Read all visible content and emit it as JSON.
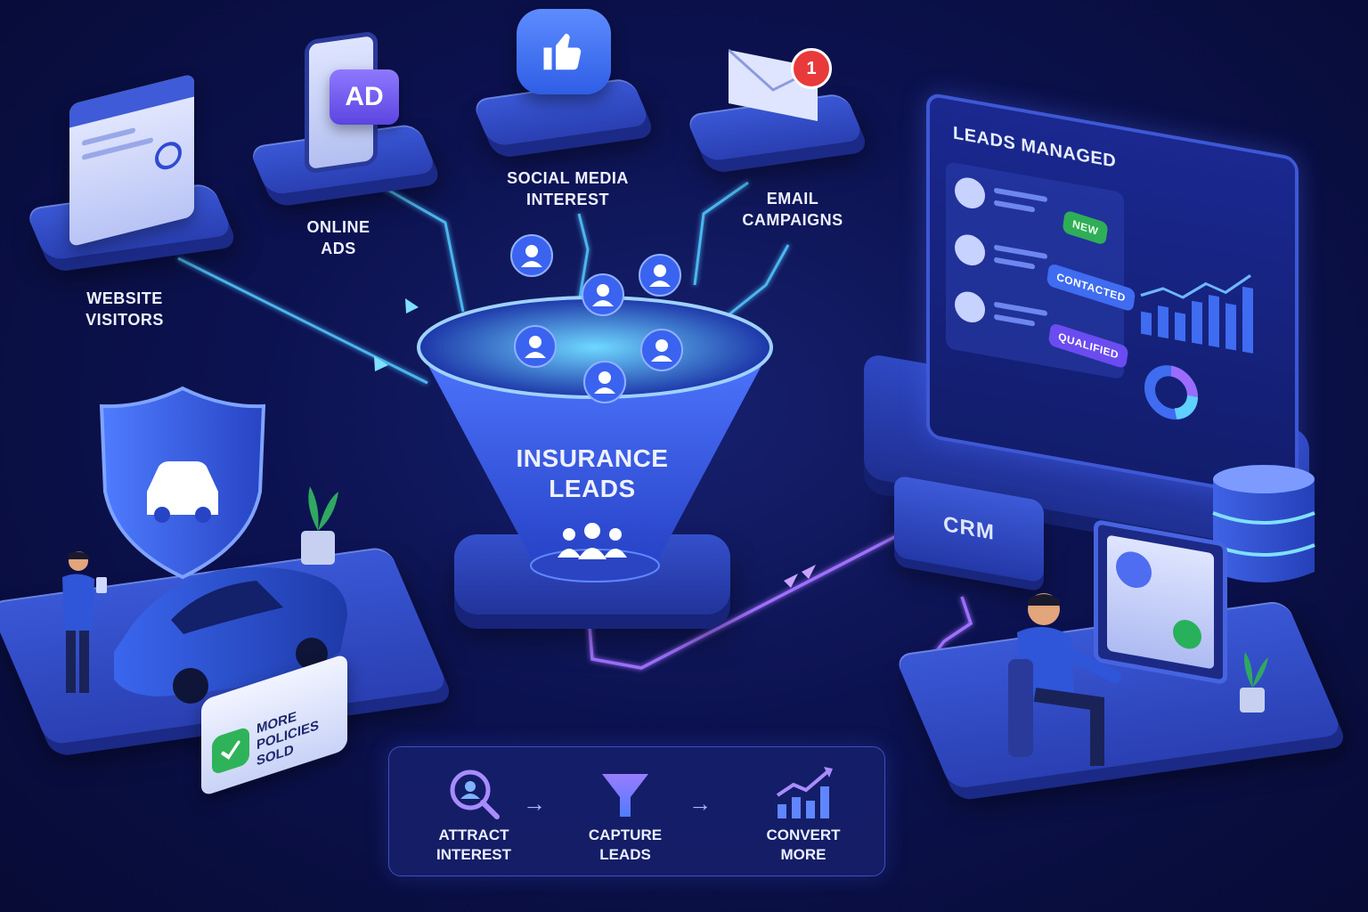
{
  "sources": [
    {
      "id": "website",
      "lines": [
        "WEBSITE",
        "VISITORS"
      ]
    },
    {
      "id": "ads",
      "lines": [
        "ONLINE",
        "ADS"
      ],
      "icon_text": "AD"
    },
    {
      "id": "social",
      "lines": [
        "SOCIAL MEDIA",
        "INTEREST"
      ]
    },
    {
      "id": "email",
      "lines": [
        "EMAIL",
        "CAMPAIGNS"
      ],
      "notification_count": "1"
    }
  ],
  "funnel": {
    "lines": [
      "INSURANCE",
      "LEADS"
    ]
  },
  "crm": {
    "label": "CRM"
  },
  "dashboard": {
    "title": "LEADS MANAGED",
    "leads": [
      {
        "status": "NEW",
        "color": "#2fae58"
      },
      {
        "status": "CONTACTED",
        "color": "#3f6cf0"
      },
      {
        "status": "QUALIFIED",
        "color": "#6a4cf0"
      }
    ]
  },
  "policies": {
    "lines": [
      "MORE POLICIES",
      "SOLD"
    ]
  },
  "steps": [
    {
      "lines": [
        "ATTRACT",
        "INTEREST"
      ],
      "icon": "magnifier-user-icon"
    },
    {
      "lines": [
        "CAPTURE",
        "LEADS"
      ],
      "icon": "funnel-icon"
    },
    {
      "lines": [
        "CONVERT",
        "MORE"
      ],
      "icon": "growth-chart-icon"
    }
  ],
  "colors": {
    "background": "#0c1250",
    "accent": "#4f7cff",
    "glow": "#5fd0ff",
    "purple": "#9b6cff"
  }
}
